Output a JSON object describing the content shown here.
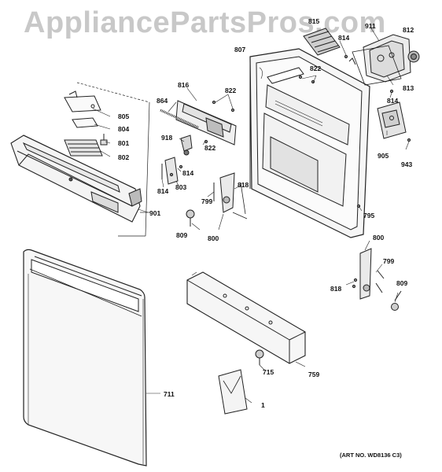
{
  "watermark": "AppliancePartsPros.com",
  "art_number": "(ART NO. WD8136 C3)",
  "labels": {
    "l815": "815",
    "l911": "911",
    "l812": "812",
    "l807": "807",
    "l814a": "814",
    "l822a": "822",
    "l813": "813",
    "l814b": "814",
    "l816": "816",
    "l864": "864",
    "l822b": "822",
    "l805": "805",
    "l804": "804",
    "l801": "801",
    "l802": "802",
    "l918": "918",
    "l822c": "822",
    "l814c": "814",
    "l803": "803",
    "l814d": "814",
    "l905": "905",
    "l943": "943",
    "l818a": "818",
    "l799a": "799",
    "l901": "901",
    "l795": "795",
    "l809a": "809",
    "l800a": "800",
    "l800b": "800",
    "l799b": "799",
    "l818b": "818",
    "l809b": "809",
    "l711": "711",
    "l715": "715",
    "l759": "759",
    "l1": "1"
  }
}
